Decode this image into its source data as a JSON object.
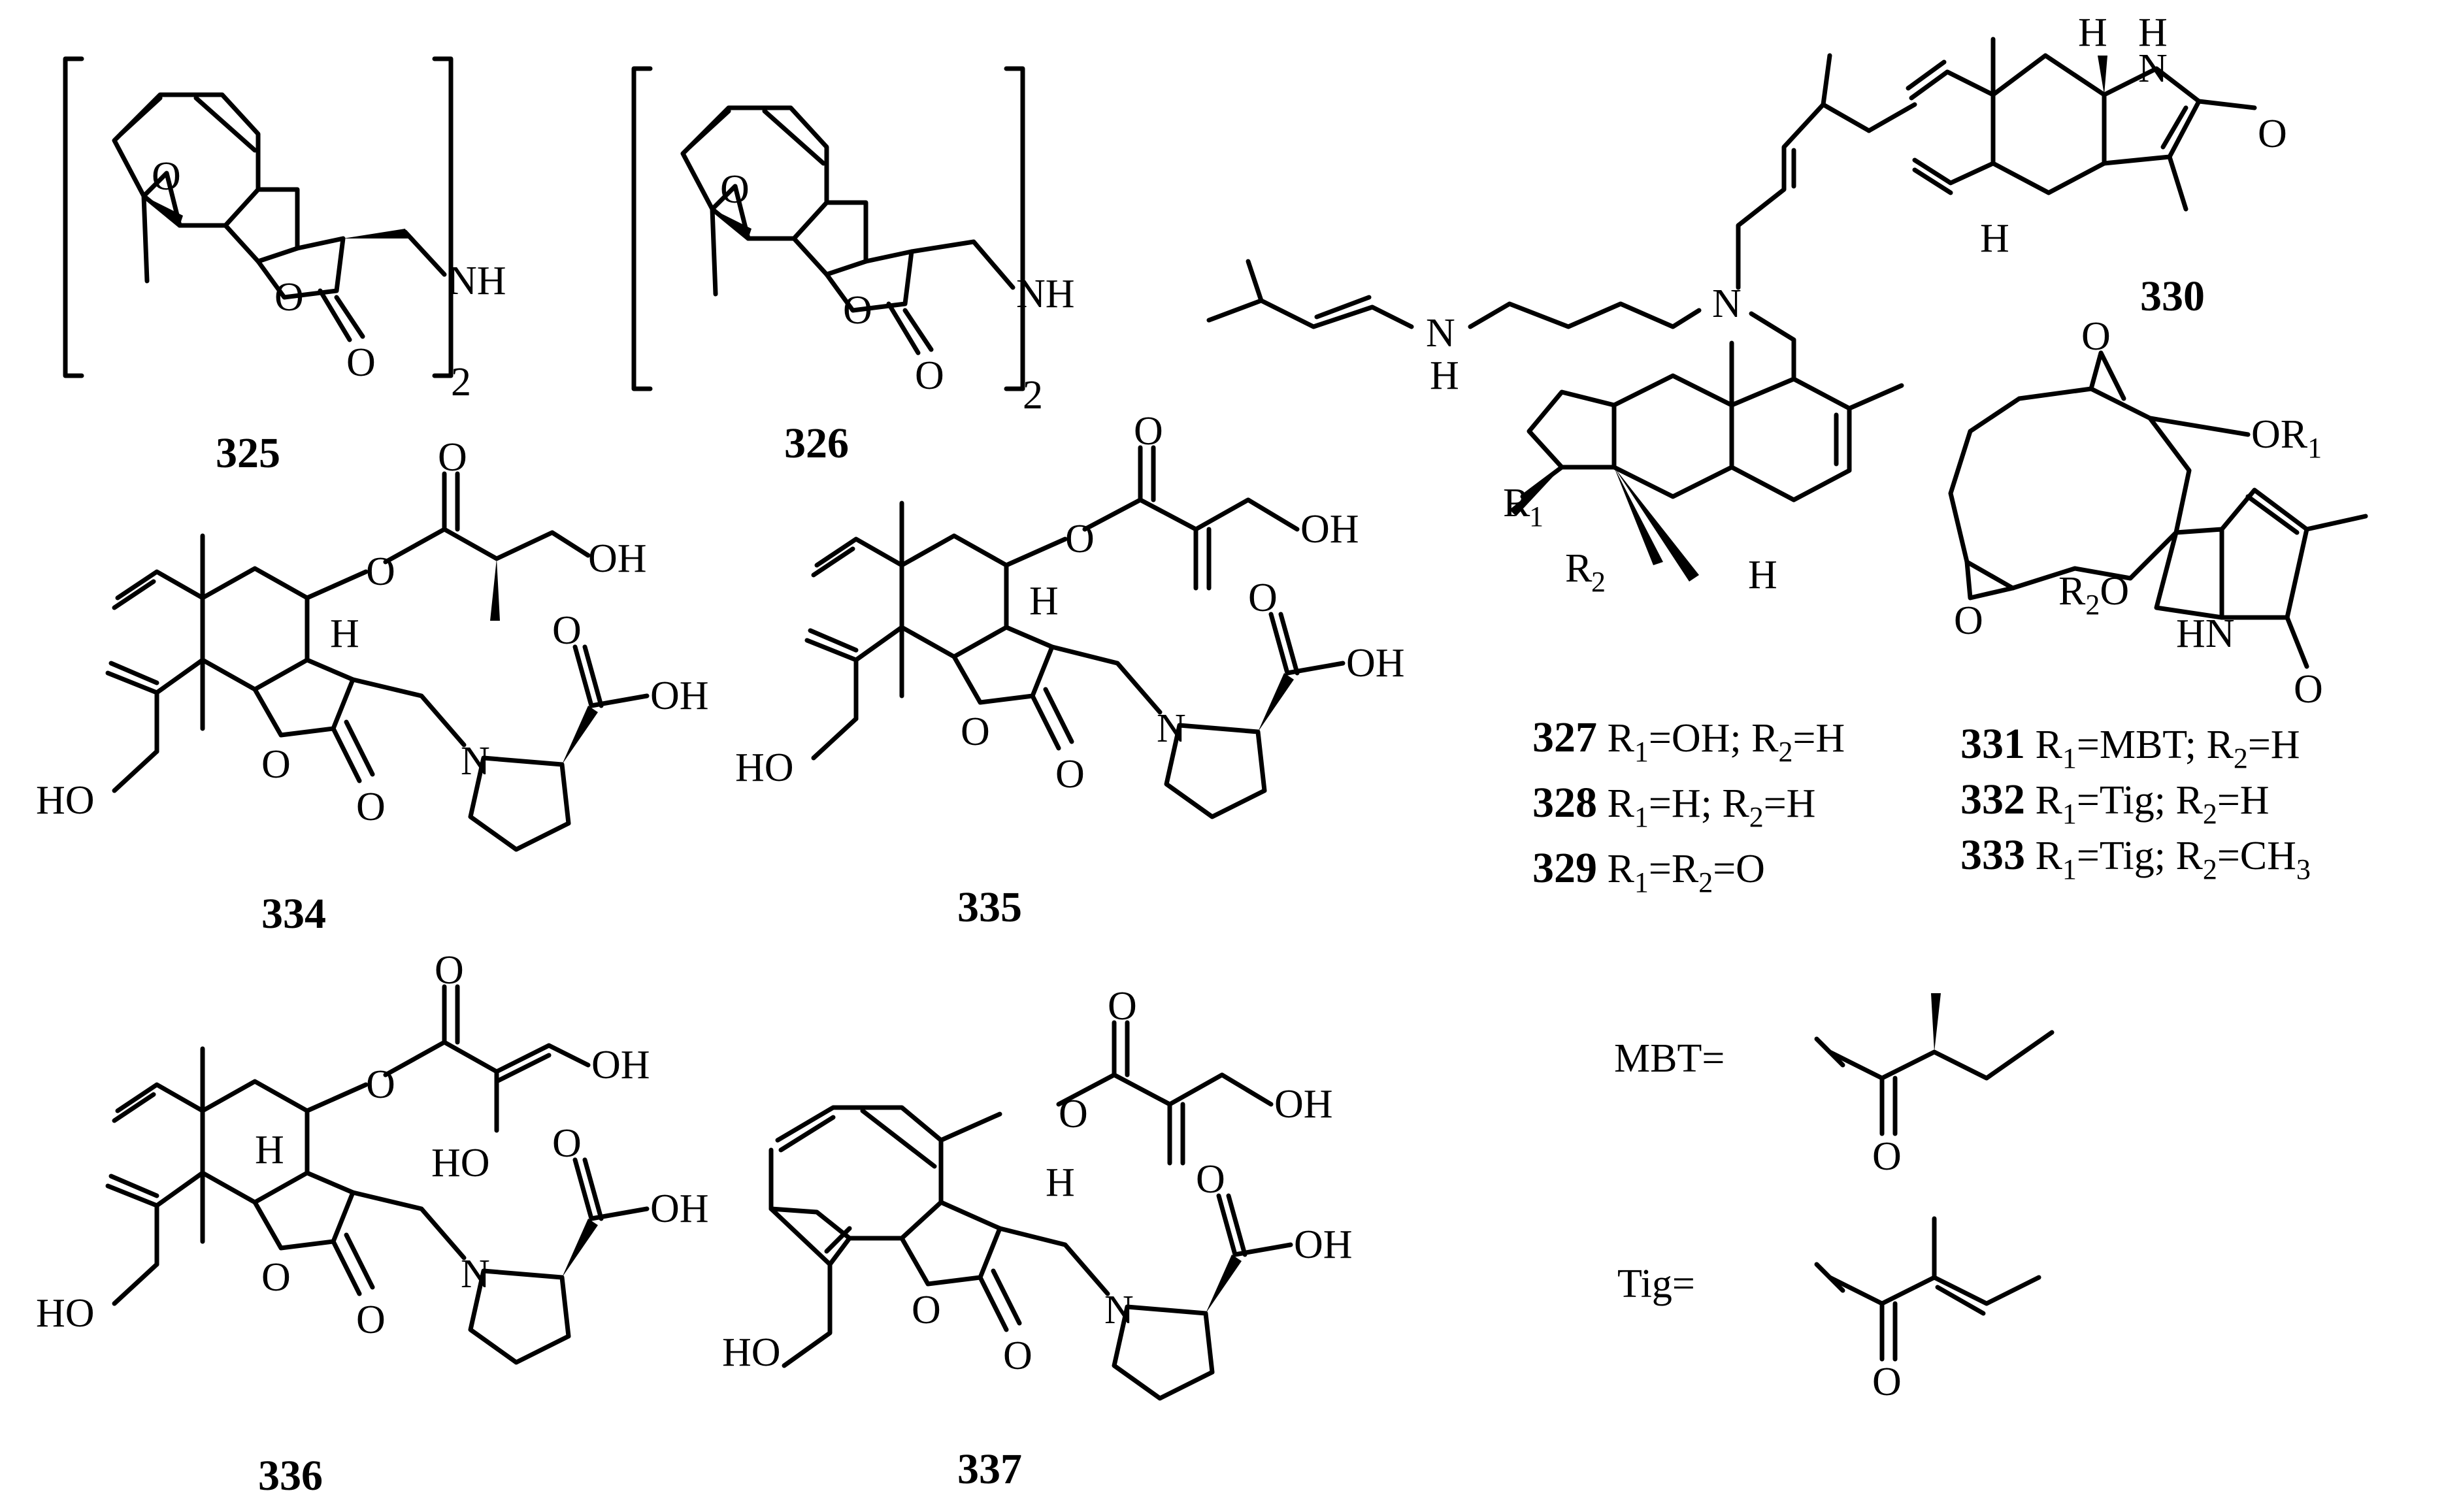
{
  "figure": {
    "compounds": [
      {
        "id": "325",
        "label": "325",
        "atoms": {
          "o_epox": "O",
          "o_ring": "O",
          "o_carb": "O",
          "nh": "NH",
          "count": "2"
        }
      },
      {
        "id": "326",
        "label": "326",
        "atoms": {
          "o_epox": "O",
          "o_ring": "O",
          "o_carb": "O",
          "nh": "NH",
          "count": "2"
        }
      },
      {
        "id": "327-329",
        "atoms": {
          "n1": "N",
          "nh": "N",
          "nh_h": "H",
          "r1": "R",
          "r1_sub": "1",
          "r2": "R",
          "r2_sub": "2",
          "h": "H"
        },
        "variants": [
          {
            "label": "327",
            "text": "R",
            "a": "1",
            "b": "=OH; R",
            "c": "2",
            "d": "=H"
          },
          {
            "label": "328",
            "text": "R",
            "a": "1",
            "b": "=H; R",
            "c": "2",
            "d": "=H"
          },
          {
            "label": "329",
            "text": "R",
            "a": "1",
            "b": "=R",
            "c": "2",
            "d": "=O"
          }
        ]
      },
      {
        "id": "330",
        "label": "330",
        "atoms": {
          "h1": "H",
          "nh_n": "N",
          "nh_h": "H",
          "o": "O",
          "h2": "H"
        }
      },
      {
        "id": "331-333",
        "atoms": {
          "o_top": "O",
          "or1": "OR",
          "or1_sub": "1",
          "o_left": "O",
          "r2o": "R",
          "r2o_sub": "2",
          "r2o_o": "O",
          "hn": "HN",
          "o_carb": "O"
        },
        "variants": [
          {
            "label": "331",
            "text": "R",
            "a": "1",
            "b": "=MBT; R",
            "c": "2",
            "d": "=H"
          },
          {
            "label": "332",
            "text": "R",
            "a": "1",
            "b": "=Tig; R",
            "c": "2",
            "d": "=H"
          },
          {
            "label": "333",
            "text": "R",
            "a": "1",
            "b": "=Tig; R",
            "c": "2",
            "d": "=CH",
            "e": "3"
          }
        ]
      },
      {
        "id": "334",
        "label": "334",
        "atoms": {
          "o_ester": "O",
          "o_keto": "O",
          "oh1": "OH",
          "h": "H",
          "cooh_o": "O",
          "cooh_oh": "OH",
          "n": "N",
          "o_ring": "O",
          "o_carb": "O",
          "ho": "HO"
        }
      },
      {
        "id": "335",
        "label": "335",
        "atoms": {
          "o_ester": "O",
          "o_keto": "O",
          "oh1": "OH",
          "h": "H",
          "cooh_o": "O",
          "cooh_oh": "OH",
          "n": "N",
          "o_ring": "O",
          "o_carb": "O",
          "ho": "HO"
        }
      },
      {
        "id": "336",
        "label": "336",
        "atoms": {
          "o_ester": "O",
          "o_keto": "O",
          "oh1": "OH",
          "ho2": "HO",
          "h": "H",
          "cooh_o": "O",
          "cooh_oh": "OH",
          "n": "N",
          "o_ring": "O",
          "o_carb": "O",
          "ho": "HO"
        }
      },
      {
        "id": "337",
        "label": "337",
        "atoms": {
          "o_ester": "O",
          "o_keto": "O",
          "oh1": "OH",
          "h": "H",
          "cooh_o": "O",
          "cooh_oh": "OH",
          "n": "N",
          "o_ring": "O",
          "o_carb": "O",
          "ho": "HO"
        }
      }
    ],
    "substituents": [
      {
        "name": "MBT",
        "caption": "MBT=",
        "o": "O"
      },
      {
        "name": "Tig",
        "caption": "Tig=",
        "o": "O"
      }
    ]
  }
}
